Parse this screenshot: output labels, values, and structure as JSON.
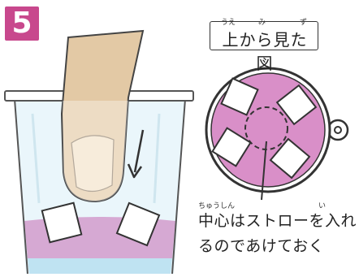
{
  "step": {
    "number": "5"
  },
  "top_view": {
    "title": "上から見た図",
    "ruby": {
      "ue": "うえ",
      "mi": "み",
      "zu": "ず"
    }
  },
  "note": {
    "line1": "中心はストローを入れ",
    "line2": "るのであけておく",
    "ruby": {
      "chuushin": "ちゅうしん",
      "i": "い"
    }
  },
  "colors": {
    "step_badge": "#c8488d",
    "liquid": "#d6a9d3",
    "water_edge": "#bfe3f2",
    "top_circle_fill": "#d98fc8",
    "finger": "#e3c9a5",
    "ice": "#ffffff",
    "outline": "#333333"
  }
}
